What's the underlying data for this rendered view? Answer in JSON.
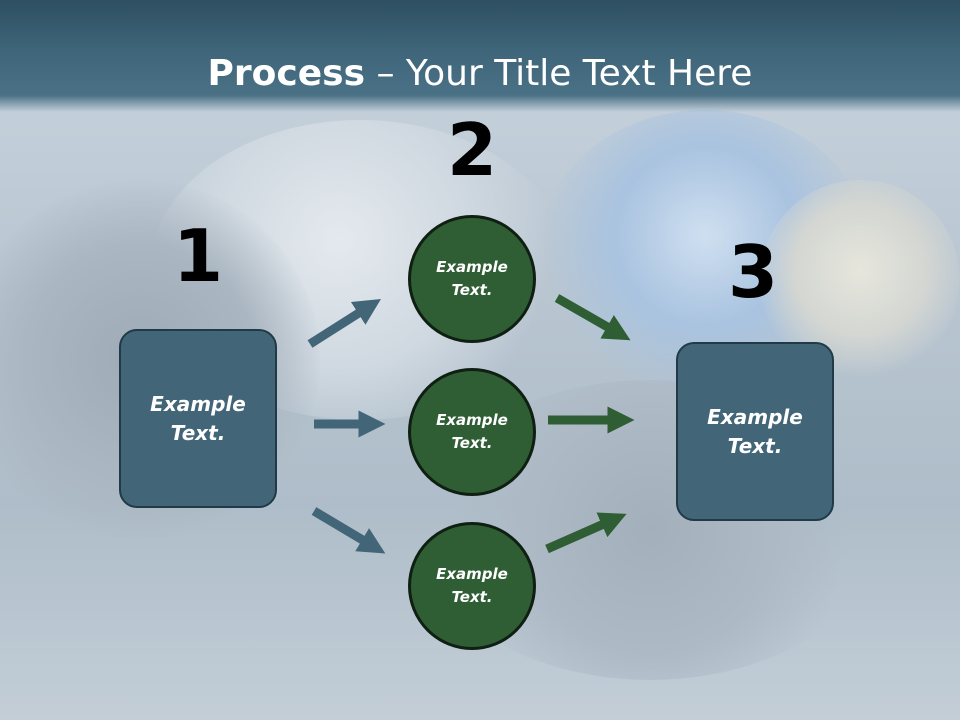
{
  "title": {
    "bold": "Process",
    "rest": " – Your Title Text Here"
  },
  "steps": [
    {
      "number": "1"
    },
    {
      "number": "2"
    },
    {
      "number": "3"
    }
  ],
  "left_box": {
    "line1": "Example",
    "line2": "Text."
  },
  "right_box": {
    "line1": "Example",
    "line2": "Text."
  },
  "circles": [
    {
      "line1": "Example",
      "line2": "Text."
    },
    {
      "line1": "Example",
      "line2": "Text."
    },
    {
      "line1": "Example",
      "line2": "Text."
    }
  ],
  "colors": {
    "box_fill": "#426678",
    "circle_fill": "#2f5e34",
    "blue_arrow": "#426678",
    "green_arrow": "#2f5e34",
    "title_bar": "#3e6579"
  }
}
